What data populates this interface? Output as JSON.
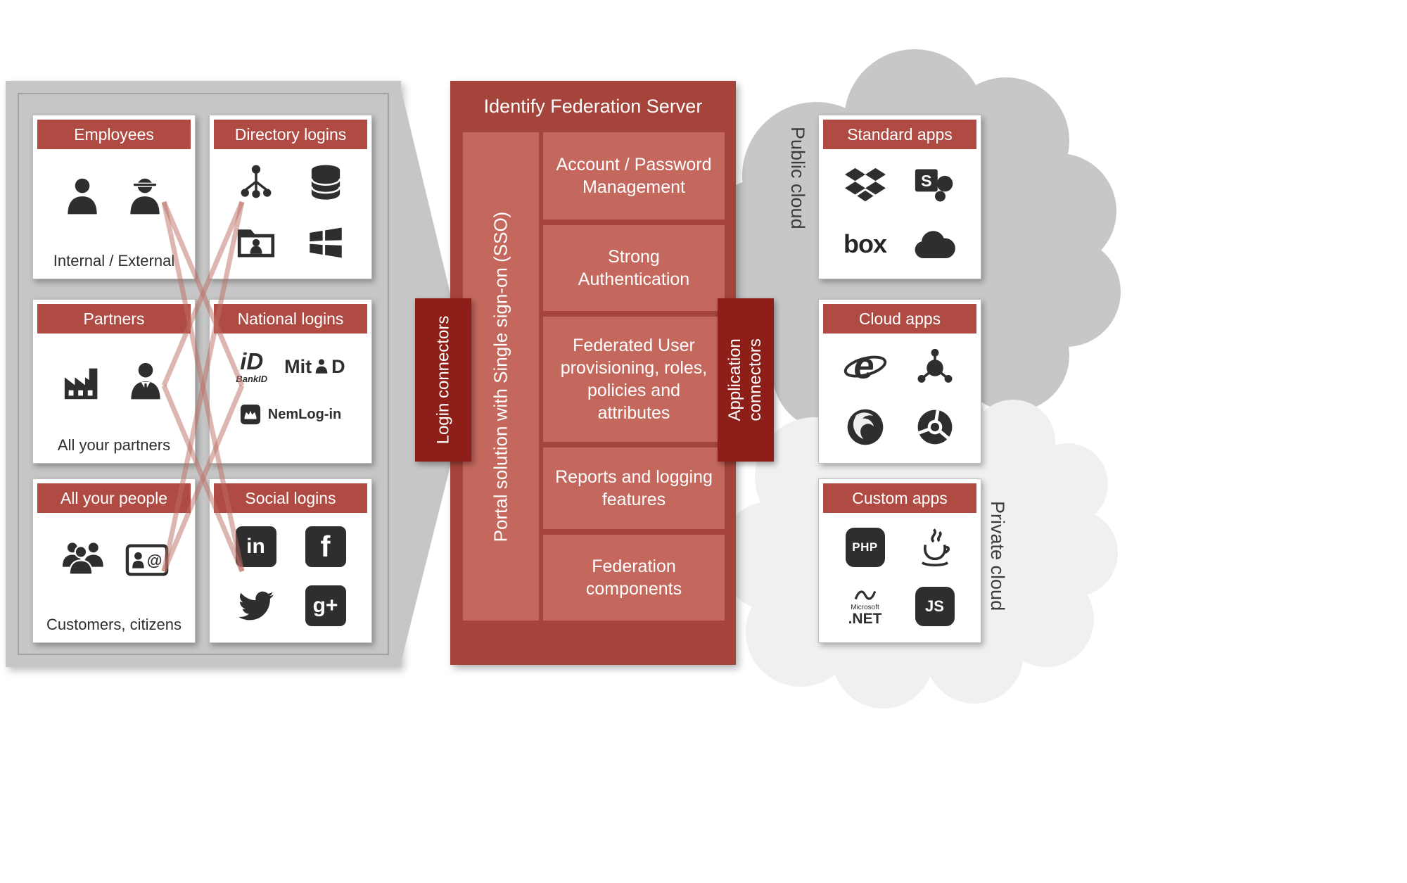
{
  "left": {
    "boxes": [
      {
        "title": "Employees",
        "caption": "Internal / External",
        "icons": [
          "user-icon",
          "construction-worker-icon"
        ]
      },
      {
        "title": "Directory logins",
        "icons": [
          "sitemap-icon",
          "database-icon",
          "folder-user-icon",
          "windows-icon"
        ]
      },
      {
        "title": "Partners",
        "caption": "All your partners",
        "icons": [
          "factory-icon",
          "businessman-icon"
        ]
      },
      {
        "title": "National logins",
        "icons": [
          "bankid-logo",
          "mitid-logo",
          "nemlogin-logo"
        ]
      },
      {
        "title": "All your people",
        "caption": "Customers, citizens",
        "icons": [
          "people-group-icon",
          "contact-card-icon"
        ]
      },
      {
        "title": "Social logins",
        "icons": [
          "linkedin-icon",
          "facebook-icon",
          "twitter-icon",
          "googleplus-icon"
        ]
      }
    ]
  },
  "center": {
    "title": "Identify Federation Server",
    "sso_label": "Portal solution with Single sign-on (SSO)",
    "login_connector_label": "Login connectors",
    "application_connector_label": "Application connectors",
    "modules": [
      "Account / Password Management",
      "Strong Authentication",
      "Federated User provisioning, roles, policies and attributes",
      "Reports and logging features",
      "Federation components"
    ]
  },
  "right": {
    "public_cloud_label": "Public cloud",
    "private_cloud_label": "Private cloud",
    "boxes": [
      {
        "title": "Standard apps",
        "icons": [
          "dropbox-icon",
          "sharepoint-icon",
          "box-logo",
          "onedrive-icon"
        ]
      },
      {
        "title": "Cloud apps",
        "icons": [
          "internet-explorer-icon",
          "network-globe-icon",
          "firefox-icon",
          "chrome-icon"
        ]
      },
      {
        "title": "Custom apps",
        "icons": [
          "php-icon",
          "java-icon",
          "dotnet-logo",
          "javascript-icon"
        ]
      }
    ]
  },
  "logos": {
    "bankid_mark": "iD",
    "bankid_word": "BankID",
    "mitid_word": "Mit",
    "mitid_mark": "D",
    "nemlogin_word": "NemLog-in",
    "linkedin": "in",
    "facebook": "f",
    "googleplus": "g+",
    "sharepoint": "S",
    "box": "box",
    "ie": "e",
    "php": "PHP",
    "microsoft": "Microsoft",
    "dotnet": ".NET",
    "javascript": "JS"
  },
  "colors": {
    "dark_red": "#8e1f18",
    "panel_red": "#a5443b",
    "module_red": "#c4685e",
    "header_red": "#b04b43",
    "public_cloud_gray": "#c7c7c7",
    "private_cloud_gray": "#f0f0f0",
    "icon_dark": "#2e2e2e"
  }
}
